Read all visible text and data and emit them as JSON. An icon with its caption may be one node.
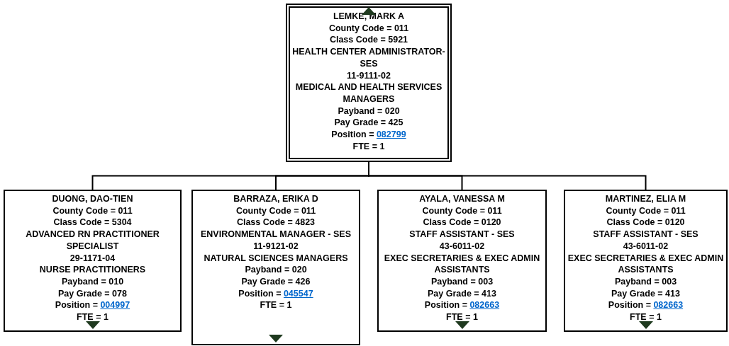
{
  "diagram": {
    "nodes": [
      {
        "text": [
          "LEMKE, MARK A",
          "County Code = 011",
          "Class Code = 5921",
          "HEALTH CENTER ADMINISTRATOR-SES",
          "11-9111-02",
          "MEDICAL AND HEALTH SERVICES MANAGERS",
          "Payband = 020",
          "Pay Grade = 425",
          "Position =",
          "082799",
          "FTE = 1"
        ]
      },
      {
        "text": [
          "DUONG, DAO-TIEN",
          "County Code = 011",
          "Class Code = 5304",
          "ADVANCED RN PRACTITIONER SPECIALIST",
          "29-1171-04",
          "NURSE PRACTITIONERS",
          "Payband = 010",
          "Pay Grade = 078",
          "Position =",
          "004997",
          "FTE = 1"
        ]
      },
      {
        "text": [
          "BARRAZA, ERIKA D",
          "County Code = 011",
          "Class Code = 4823",
          "ENVIRONMENTAL MANAGER - SES",
          "11-9121-02",
          "NATURAL SCIENCES MANAGERS",
          "Payband = 020",
          "Pay Grade = 426",
          "Position =",
          "045547",
          "FTE = 1"
        ]
      },
      {
        "text": [
          "AYALA, VANESSA M",
          "County Code = 011",
          "Class Code = 0120",
          "STAFF ASSISTANT - SES",
          "43-6011-02",
          "EXEC SECRETARIES & EXEC ADMIN ASSISTANTS",
          "Payband = 003",
          "Pay Grade = 413",
          "Position =",
          "082663",
          "FTE = 1"
        ]
      },
      {
        "text": [
          "MARTINEZ, ELIA M",
          "County Code = 011",
          "Class Code = 0120",
          "STAFF ASSISTANT - SES",
          "43-6011-02",
          "EXEC SECRETARIES & EXEC ADMIN ASSISTANTS",
          "Payband = 003",
          "Pay Grade = 413",
          "Position =",
          "082663",
          "FTE = 1"
        ]
      }
    ],
    "edges": [
      {
        "from": 0,
        "to": 1,
        "arrow": "none"
      },
      {
        "from": 0,
        "to": 2,
        "arrow": "none"
      },
      {
        "from": 0,
        "to": 3,
        "arrow": "none"
      },
      {
        "from": 0,
        "to": 4,
        "arrow": "none"
      }
    ]
  }
}
